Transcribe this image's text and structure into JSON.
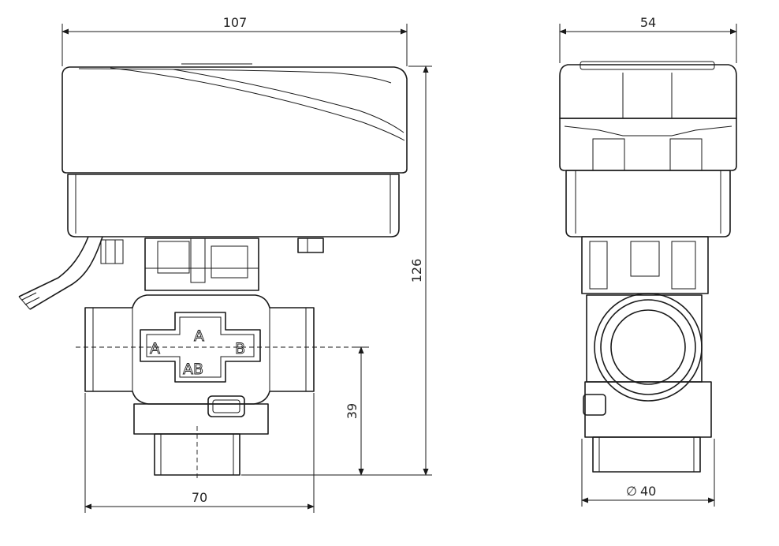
{
  "dimensions": {
    "front_width": "107",
    "side_width": "54",
    "height": "126",
    "axis_height": "39",
    "body_width": "70",
    "port_diameter": "40",
    "diameter_symbol": "∅"
  },
  "port_labels": {
    "left": "A",
    "top": "A",
    "right": "B",
    "bottom": "AB"
  }
}
